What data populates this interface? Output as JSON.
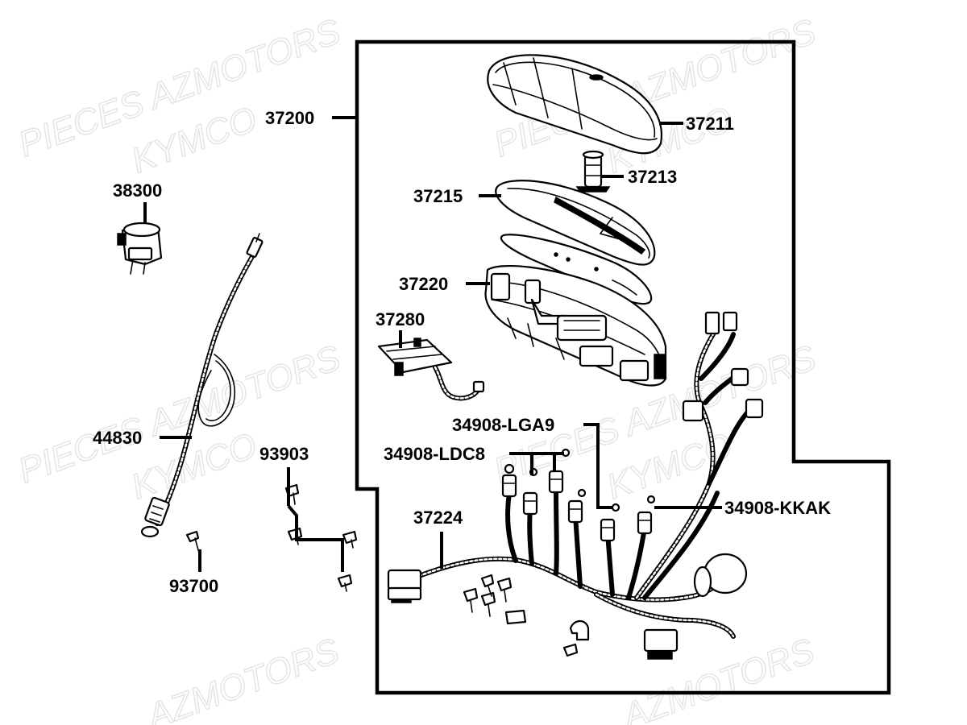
{
  "watermarks": [
    "PIECES AZMOTORS",
    "KYMCO",
    "PIECES AZMOTORS",
    "KYMCO",
    "PIECES AZMOTORS",
    "KYMCO",
    "PIECES AZMOTORS",
    "KYMCO",
    "AZMOTORS",
    "AZMOTORS"
  ],
  "labels": {
    "p37200": "37200",
    "p37211": "37211",
    "p37213": "37213",
    "p37215": "37215",
    "p37220": "37220",
    "p37280": "37280",
    "p38300": "38300",
    "p44830": "44830",
    "p93903": "93903",
    "p93700": "93700",
    "p37224": "37224",
    "p34908_lga9": "34908-LGA9",
    "p34908_ldc8": "34908-LDC8",
    "p34908_kkak": "34908-KKAK"
  }
}
